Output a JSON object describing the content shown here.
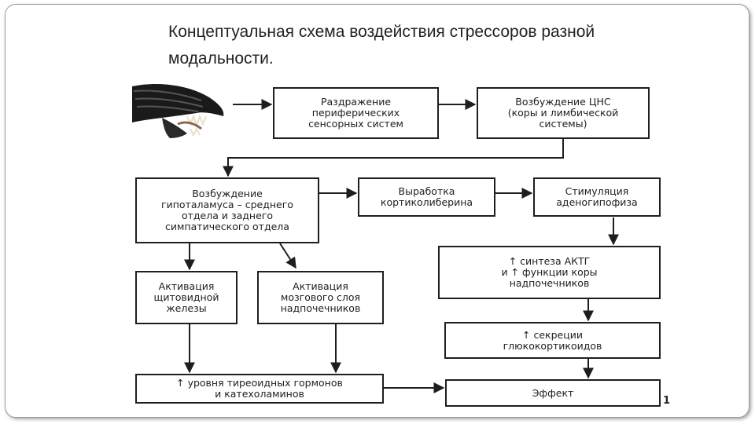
{
  "slide": {
    "title": "Концептуальная схема воздействия стрессоров разной модальности."
  },
  "diagram": {
    "image_icon": "creature-head-icon",
    "nodes": {
      "irritation": "Раздражение\nпериферических\nсенсорных систем",
      "cns": "Возбуждение ЦНС\n(коры и лимбической\nсистемы)",
      "hypothalamus": "Возбуждение\nгипоталамуса – среднего\nотдела и заднего\nсимпатического отдела",
      "corticoliberin": "Выработка\nкортиколиберина",
      "adenohypophysis": "Стимуляция\nаденогипофиза",
      "acth": "↑ синтеза АКТГ\nи ↑ функции коры\nнадпочечников",
      "thyroid": "Активация\nщитовидной\nжелезы",
      "medulla": "Активация\nмозгового слоя\nнадпочечников",
      "glucocorticoids": "↑ секреции\nглюкокортикоидов",
      "hormones": "↑ уровня тиреоидных гормонов\nи катехоламинов",
      "effect": "Эффект"
    },
    "stray_mark": "1"
  }
}
